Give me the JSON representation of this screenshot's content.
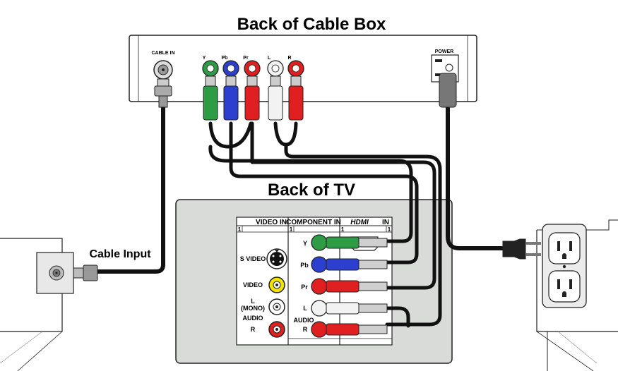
{
  "title_cable_box": "Back of Cable Box",
  "title_tv": "Back of TV",
  "cable_input_label": "Cable Input",
  "box": {
    "cable_in": "CABLE IN",
    "power": "POWER",
    "jack_y": "Y",
    "jack_pb": "Pb",
    "jack_pr": "Pr",
    "jack_l": "L",
    "jack_r": "R"
  },
  "tv": {
    "video_in": "VIDEO IN",
    "component_in": "COMPONENT IN",
    "hdmi_in": "IN",
    "hdmi_logo": "HDMI",
    "slot_1a": "1",
    "slot_1b": "1",
    "slot_1c": "1",
    "slot_1d": "1",
    "svideo": "S VIDEO",
    "video": "VIDEO",
    "l_label": "L",
    "mono_label": "(MONO)",
    "audio_label": "AUDIO",
    "r_label": "R",
    "comp_y": "Y",
    "comp_pb": "Pb",
    "comp_pr": "Pr",
    "comp_l": "L",
    "comp_audio": "AUDIO",
    "comp_r": "R"
  },
  "colors": {
    "green": "#2e9b45",
    "blue": "#2d3fcf",
    "red": "#e02020",
    "white": "#f2f2f2",
    "panel": "#d9dbd9",
    "cable": "#111111"
  }
}
